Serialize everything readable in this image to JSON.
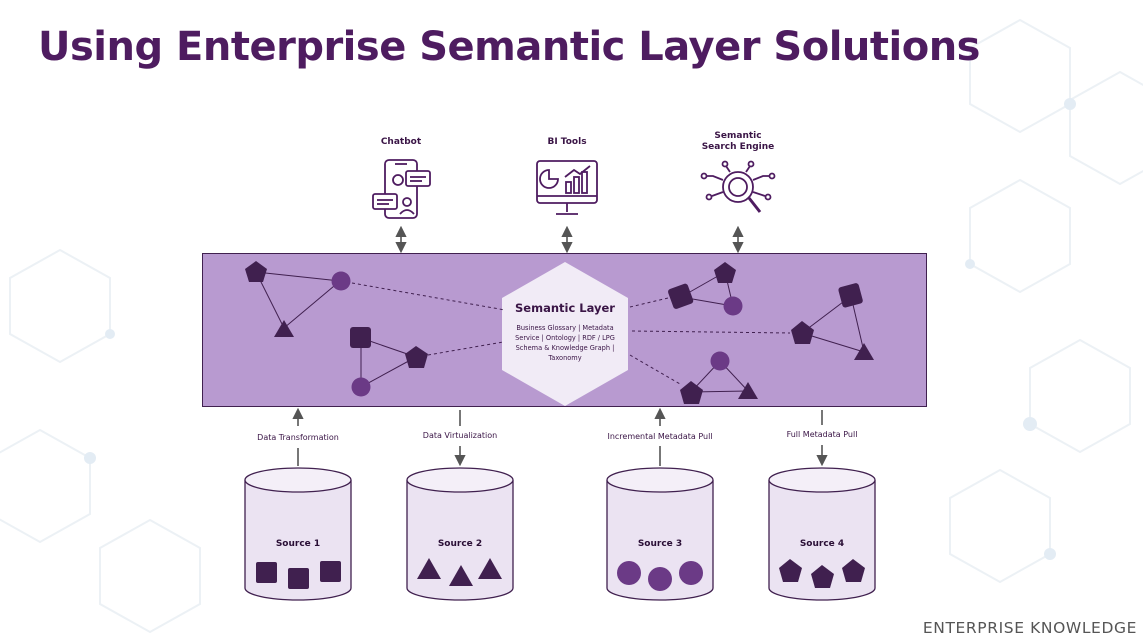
{
  "title": "Using Enterprise Semantic Layer Solutions",
  "consumers": [
    {
      "label_lines": [
        "Chatbot"
      ],
      "icon": "chatbot-icon"
    },
    {
      "label_lines": [
        "BI Tools"
      ],
      "icon": "bi-dashboard-icon"
    },
    {
      "label_lines": [
        "Semantic",
        "Search Engine"
      ],
      "icon": "semantic-search-icon"
    }
  ],
  "semantic_layer": {
    "title": "Semantic Layer",
    "description_lines": [
      "Business Glossary | Metadata",
      "Service | Ontology | RDF / LPG",
      "Schema & Knowledge Graph |",
      "Taxonomy"
    ]
  },
  "flows": [
    {
      "label": "Data Transformation",
      "direction": "up"
    },
    {
      "label": "Data Virtualization",
      "direction": "down"
    },
    {
      "label": "Incremental Metadata Pull",
      "direction": "up"
    },
    {
      "label": "Full Metadata Pull",
      "direction": "down"
    }
  ],
  "sources": [
    {
      "label": "Source 1",
      "shape": "square"
    },
    {
      "label": "Source 2",
      "shape": "triangle"
    },
    {
      "label": "Source 3",
      "shape": "circle"
    },
    {
      "label": "Source 4",
      "shape": "pentagon"
    }
  ],
  "brand": "ENTERPRISE KNOWLEDGE",
  "colors": {
    "title": "#4e1c60",
    "band": "#b89ad0",
    "node_dark": "#40204f",
    "node_mid": "#6b3a86",
    "source_fill": "#ebe3f2"
  }
}
